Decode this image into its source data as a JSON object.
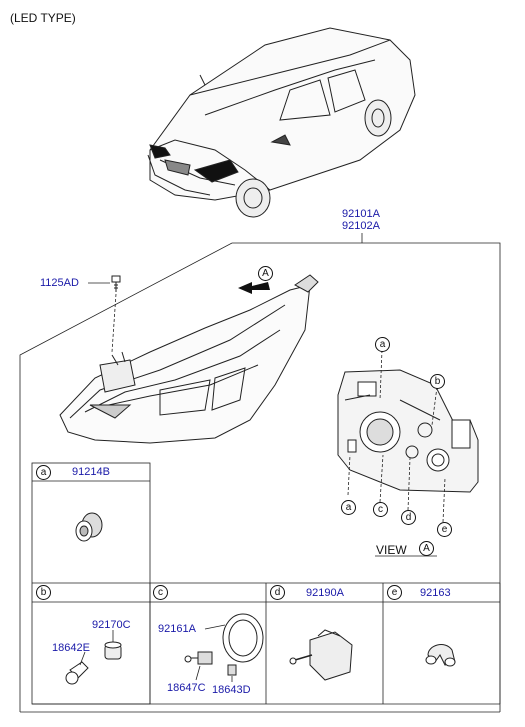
{
  "header": {
    "type_note": "(LED TYPE)"
  },
  "assembly": {
    "part_numbers": [
      "92101A",
      "92102A"
    ]
  },
  "bolt": {
    "part_number": "1125AD"
  },
  "view": {
    "marker": "A",
    "caption_word": "VIEW",
    "caption_marker": "A"
  },
  "callouts": {
    "top_a": "a",
    "top_b": "b",
    "bottom_a": "a",
    "bottom_c": "c",
    "bottom_d": "d",
    "bottom_e": "e"
  },
  "cells": [
    {
      "letter": "a",
      "parts": [
        "91214B"
      ]
    },
    {
      "letter": "b",
      "parts": [
        "92170C",
        "18642E"
      ]
    },
    {
      "letter": "c",
      "parts": [
        "92161A",
        "18647C",
        "18643D"
      ]
    },
    {
      "letter": "d",
      "parts": [
        "92190A"
      ]
    },
    {
      "letter": "e",
      "parts": [
        "92163"
      ]
    }
  ],
  "colors": {
    "part_number": "#1a1aa8",
    "line": "#111111"
  }
}
